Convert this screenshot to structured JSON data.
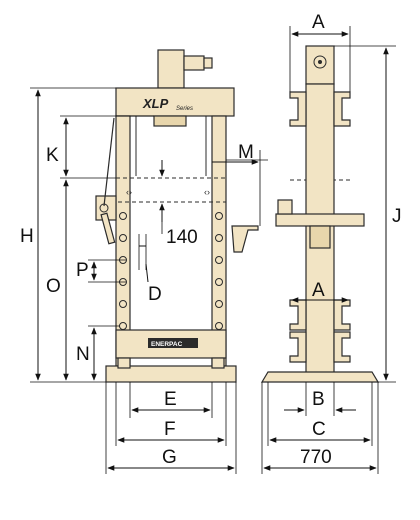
{
  "branding": {
    "series_logo": "XLP",
    "series_suffix": "Series",
    "plate_label": "ENERPAC"
  },
  "front_view": {
    "dimension_labels": {
      "H": "H",
      "K": "K",
      "M": "M",
      "O": "O",
      "P": "P",
      "D": "D",
      "N": "N",
      "E": "E",
      "F": "F",
      "G": "G"
    },
    "value_label": "140"
  },
  "side_view": {
    "dimension_labels": {
      "A_top": "A",
      "A_mid": "A",
      "J": "J",
      "B": "B",
      "C": "C"
    },
    "value_label": "770"
  }
}
